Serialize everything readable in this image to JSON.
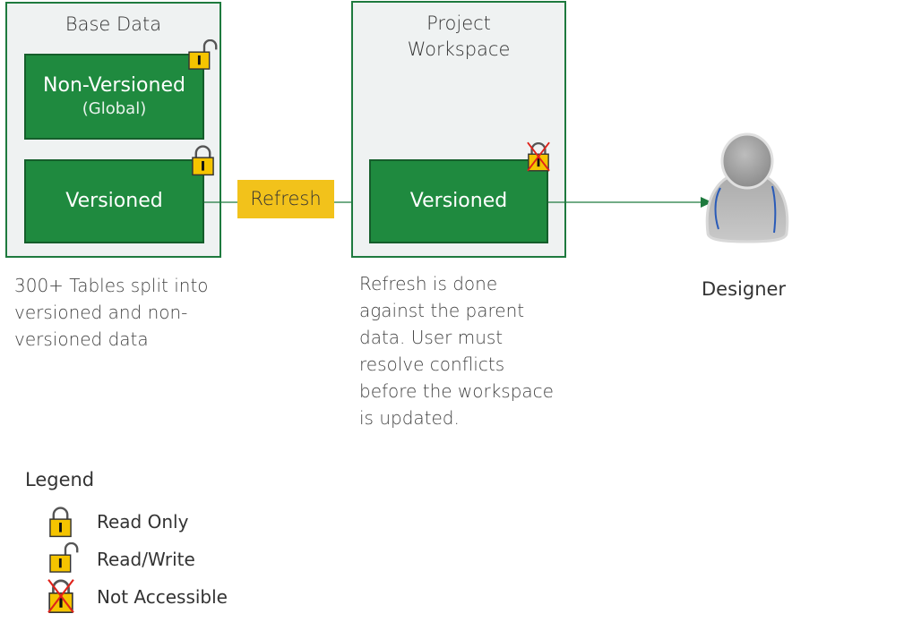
{
  "base_panel": {
    "title": "Base Data",
    "nonversioned_label": "Non-Versioned",
    "nonversioned_sub": "(Global)",
    "versioned_label": "Versioned",
    "caption": [
      "300+ Tables split into",
      "versioned and non-",
      "versioned data"
    ]
  },
  "refresh_label": "Refresh",
  "workspace_panel": {
    "title": [
      "Project",
      "Workspace"
    ],
    "versioned_label": "Versioned",
    "caption": [
      "Refresh is done",
      "against the parent",
      "data. User must",
      "resolve conflicts",
      "before the workspace",
      "is updated."
    ]
  },
  "user": {
    "label": "Designer"
  },
  "legend": {
    "title": "Legend",
    "items": [
      {
        "icon": "lock-closed-icon",
        "label": "Read Only"
      },
      {
        "icon": "lock-open-icon",
        "label": "Read/Write"
      },
      {
        "icon": "lock-crossed-icon",
        "label": "Not Accessible"
      }
    ]
  },
  "colors": {
    "panel_bg": "#eff2f2",
    "panel_border": "#1e7a3e",
    "green_box": "#1f8a3f",
    "refresh_bg": "#f2c21b",
    "lock_yellow": "#f5c400",
    "arrow": "#1e7a3e",
    "cross": "#e0221a"
  }
}
